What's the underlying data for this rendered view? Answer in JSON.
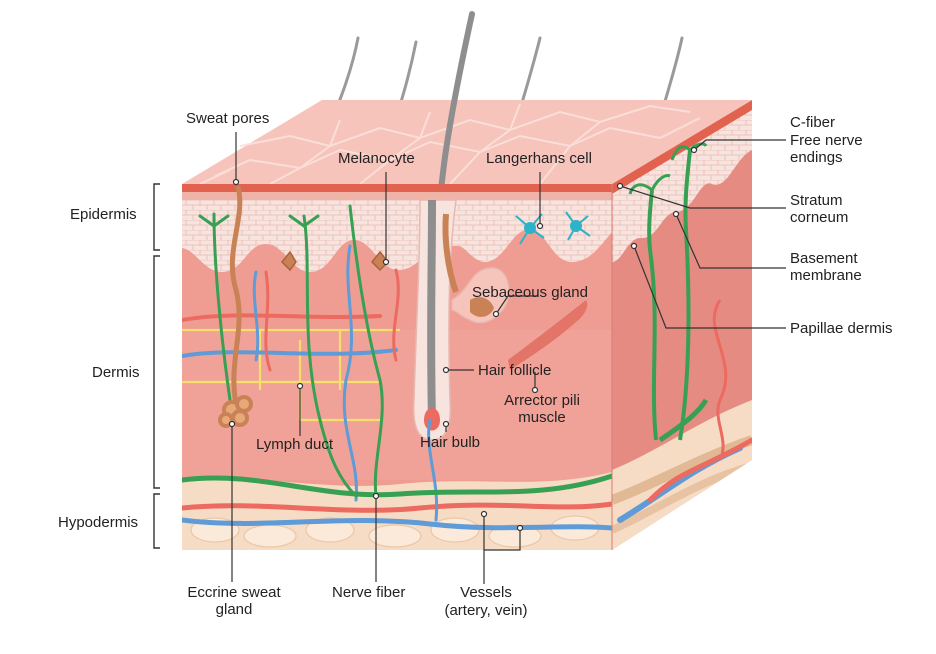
{
  "diagram": {
    "subject": "Cross-section of human skin",
    "colors": {
      "dermis": "#ef9c93",
      "dermis_light": "#f4b1a8",
      "epidermis_top": "#f6c4bb",
      "epidermis_band": "#f7dcd6",
      "stratum_corneum": "#e1624f",
      "hypodermis": "#f6dcc4",
      "hypodermis_dark": "#d9aa82",
      "artery": "#ec6a5f",
      "vein": "#5f9bd6",
      "nerve": "#37a053",
      "lymph": "#f4e06a",
      "gland": "#c98255",
      "langerhans": "#2cb2c9",
      "hair": "#8c8c8c",
      "line": "#333333"
    },
    "layers": {
      "epidermis": "Epidermis",
      "dermis": "Dermis",
      "hypodermis": "Hypodermis"
    },
    "labels": {
      "sweat_pores": "Sweat pores",
      "melanocyte": "Melanocyte",
      "langerhans_cell": "Langerhans cell",
      "c_fiber": "C-fiber",
      "free_nerve_endings": "Free nerve endings",
      "stratum_corneum": "Stratum corneum",
      "basement_membrane": "Basement membrane",
      "papillae_dermis": "Papillae dermis",
      "sebaceous_gland": "Sebaceous gland",
      "hair_follicle": "Hair follicle",
      "arrector_pili_muscle": "Arrector pili muscle",
      "hair_bulb": "Hair bulb",
      "lymph_duct": "Lymph duct",
      "eccrine_sweat_gland": "Eccrine sweat gland",
      "nerve_fiber": "Nerve fiber",
      "vessels": "Vessels",
      "vessels_detail": "(artery, vein)"
    }
  }
}
